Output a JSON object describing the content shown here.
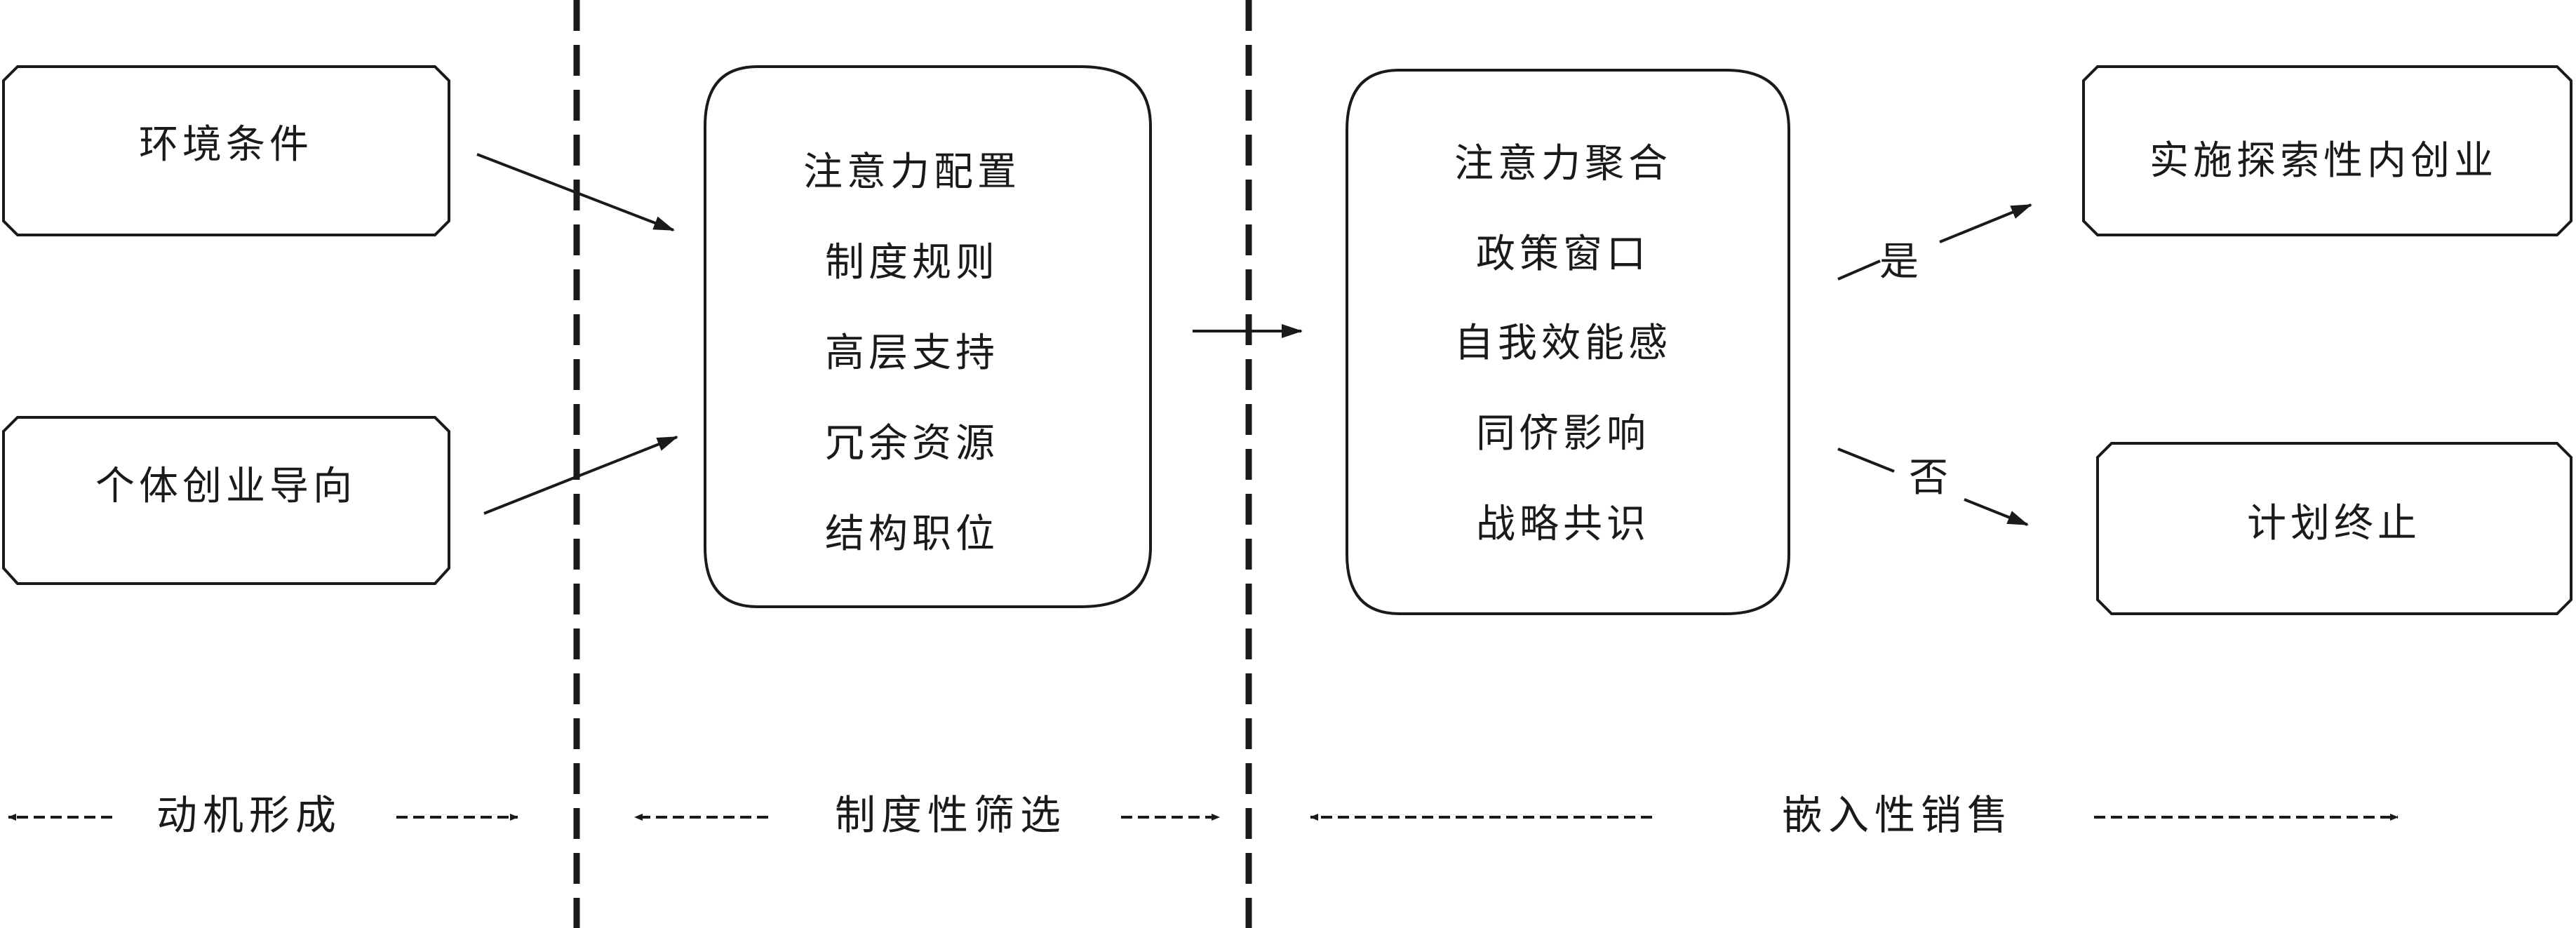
{
  "stages": {
    "motivation": "动机形成",
    "institutional_screening": "制度性筛选",
    "embedded_selling": "嵌入性销售"
  },
  "inputs": {
    "environment": "环境条件",
    "individual": "个体创业导向"
  },
  "screening_box": {
    "items": [
      "注意力配置",
      "制度规则",
      "高层支持",
      "冗余资源",
      "结构职位"
    ]
  },
  "selling_box": {
    "items": [
      "注意力聚合",
      "政策窗口",
      "自我效能感",
      "同侪影响",
      "战略共识"
    ]
  },
  "branches": {
    "yes_label": "是",
    "no_label": "否"
  },
  "outcomes": {
    "implement": "实施探索性内创业",
    "terminate": "计划终止"
  }
}
